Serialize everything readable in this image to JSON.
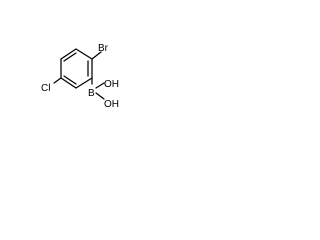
{
  "molecule": {
    "atoms": {
      "bromine": "Br",
      "chlorine": "Cl",
      "boron": "B",
      "hydroxyl_top": "OH",
      "hydroxyl_bottom": "OH"
    }
  },
  "colors": {
    "bond": "#000000",
    "text": "#000000",
    "background": "#ffffff"
  }
}
